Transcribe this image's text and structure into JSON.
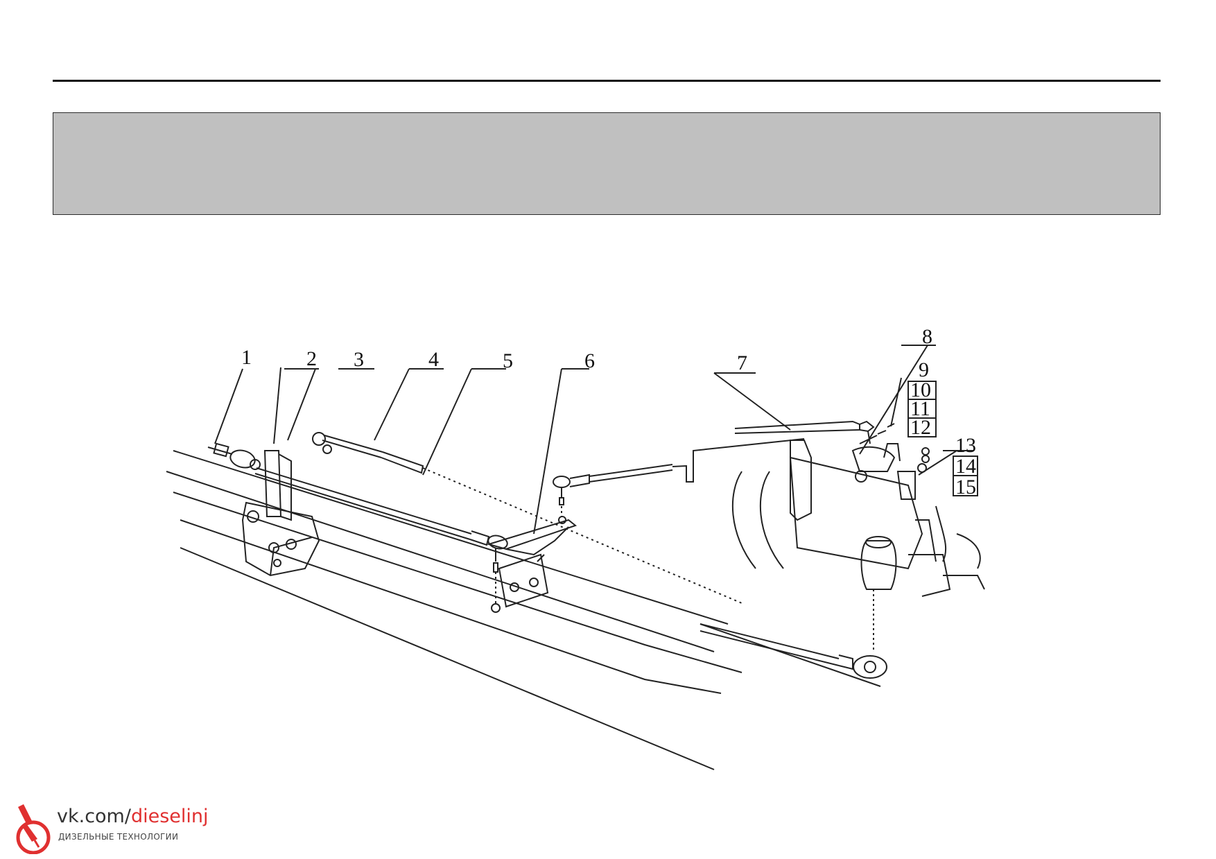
{
  "figure": {
    "callouts": [
      "1",
      "2",
      "3",
      "4",
      "5",
      "6",
      "7",
      "8",
      "9",
      "10",
      "11",
      "12",
      "13",
      "14",
      "15"
    ]
  },
  "watermark": {
    "site_prefix": "vk.com/",
    "site_accent": "dieselinj",
    "subtitle": "ДИЗЕЛЬНЫЕ ТЕХНОЛОГИИ",
    "accent_color": "#e03030"
  }
}
